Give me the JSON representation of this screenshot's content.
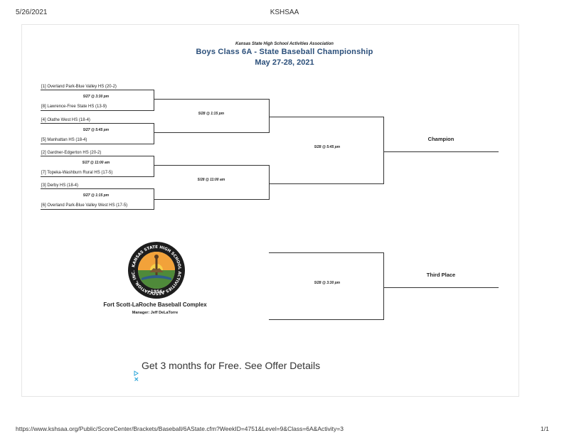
{
  "browser": {
    "print_date": "5/26/2021",
    "page_title": "KSHSAA",
    "url": "https://www.kshsaa.org/Public/ScoreCenter/Brackets/Baseball/6AState.cfm?WeekID=4751&Level=9&Class=6A&Activity=3",
    "page_number": "1/1"
  },
  "header": {
    "org": "Kansas State High School Activities Association",
    "title": "Boys Class 6A - State Baseball Championship",
    "dates": "May 27-28, 2021"
  },
  "teams": [
    "[1] Overland Park-Blue Valley HS    (20-2)",
    "[8] Lawrence-Free State HS    (13-9)",
    "[4] Olathe West HS    (18-4)",
    "[5] Manhattan HS    (18-4)",
    "[2] Gardner-Edgerton HS    (20-2)",
    "[7] Topeka-Washburn Rural HS    (17-5)",
    "[3] Derby HS    (18-4)",
    "[6] Overland Park-Blue Valley West HS    (17-5)"
  ],
  "games": {
    "qf1": "5/27 @ 3:30 pm",
    "qf2": "5/27 @ 5:45 pm",
    "qf3": "5/27 @ 11:00 am",
    "qf4": "5/27 @ 1:15 pm",
    "sf1": "5/28 @ 1:15 pm",
    "sf2": "5/28 @ 11:00 am",
    "final": "5/28 @ 5:45 pm",
    "third": "5/28 @ 3:30 pm"
  },
  "labels": {
    "champion": "Champion",
    "third_place": "Third Place"
  },
  "logo": {
    "ring_text": "KANSAS STATE HIGH SCHOOL ACTIVITIES ASSOCIATION, INC.",
    "year": "1956"
  },
  "venue": {
    "name": "Fort Scott-LaRoche Baseball Complex",
    "manager": "Manager: Jeff DeLaTorre"
  },
  "ad": {
    "text": "Get 3 months for Free. See Offer Details"
  }
}
